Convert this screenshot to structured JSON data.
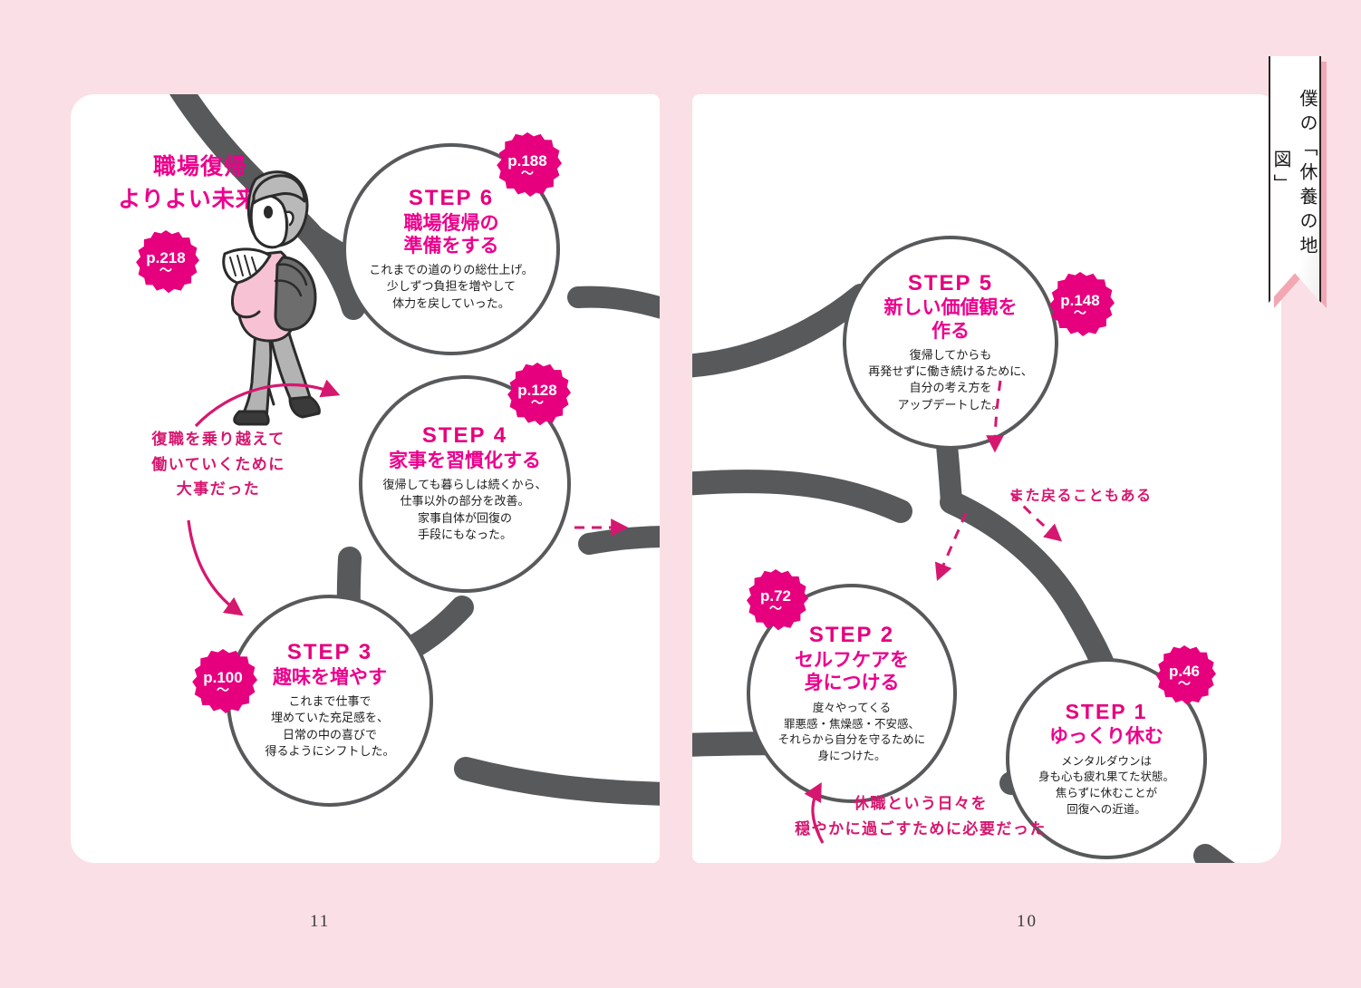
{
  "theme": {
    "background": "#fbdfe6",
    "page": "#ffffff",
    "road": "#58595b",
    "accent_pink": "#e6007e",
    "title_pink": "#ec008c",
    "note_pink": "#d6176f",
    "ink": "#1d1d1d"
  },
  "bookmark": {
    "label": "僕の「休養の地図」"
  },
  "pages": {
    "left_number": "11",
    "right_number": "10"
  },
  "headline": {
    "line1": "職場復帰",
    "line2": "よりよい未来へ",
    "badge_page": "p.218",
    "badge_tilde": "〜"
  },
  "steps": [
    {
      "id": "step6",
      "step": "STEP 6",
      "title": "職場復帰の\n準備をする",
      "title_lines": [
        "職場復帰の",
        "準備をする"
      ],
      "body_lines": [
        "これまでの道のりの総仕上げ。",
        "少しずつ負担を増やして",
        "体力を戻していった。"
      ],
      "badge_page": "p.188",
      "badge_tilde": "〜"
    },
    {
      "id": "step4",
      "step": "STEP 4",
      "title_lines": [
        "家事を習慣化する"
      ],
      "body_lines": [
        "復帰しても暮らしは続くから、",
        "仕事以外の部分を改善。",
        "家事自体が回復の",
        "手段にもなった。"
      ],
      "badge_page": "p.128",
      "badge_tilde": "〜"
    },
    {
      "id": "step3",
      "step": "STEP 3",
      "title_lines": [
        "趣味を増やす"
      ],
      "body_lines": [
        "これまで仕事で",
        "埋めていた充足感を、",
        "日常の中の喜びで",
        "得るようにシフトした。"
      ],
      "badge_page": "p.100",
      "badge_tilde": "〜"
    },
    {
      "id": "step5",
      "step": "STEP 5",
      "title_lines": [
        "新しい価値観を",
        "作る"
      ],
      "body_lines": [
        "復帰してからも",
        "再発せずに働き続けるために、",
        "自分の考え方を",
        "アップデートした。"
      ],
      "badge_page": "p.148",
      "badge_tilde": "〜"
    },
    {
      "id": "step2",
      "step": "STEP 2",
      "title_lines": [
        "セルフケアを",
        "身につける"
      ],
      "body_lines": [
        "度々やってくる",
        "罪悪感・焦燥感・不安感、",
        "それらから自分を守るために",
        "身につけた。"
      ],
      "badge_page": "p.72",
      "badge_tilde": "〜"
    },
    {
      "id": "step1",
      "step": "STEP 1",
      "title_lines": [
        "ゆっくり休む"
      ],
      "body_lines": [
        "メンタルダウンは",
        "身も心も疲れ果てた状態。",
        "焦らずに休むことが",
        "回復への近道。"
      ],
      "badge_page": "p.46",
      "badge_tilde": "〜"
    }
  ],
  "notes": {
    "left": {
      "lines": [
        "復職を乗り越えて",
        "働いていくために",
        "大事だった"
      ]
    },
    "right_return": {
      "lines": [
        "また戻ることもある"
      ]
    },
    "right_bottom": {
      "lines": [
        "休職という日々を",
        "穏やかに過ごすために必要だった"
      ]
    }
  }
}
